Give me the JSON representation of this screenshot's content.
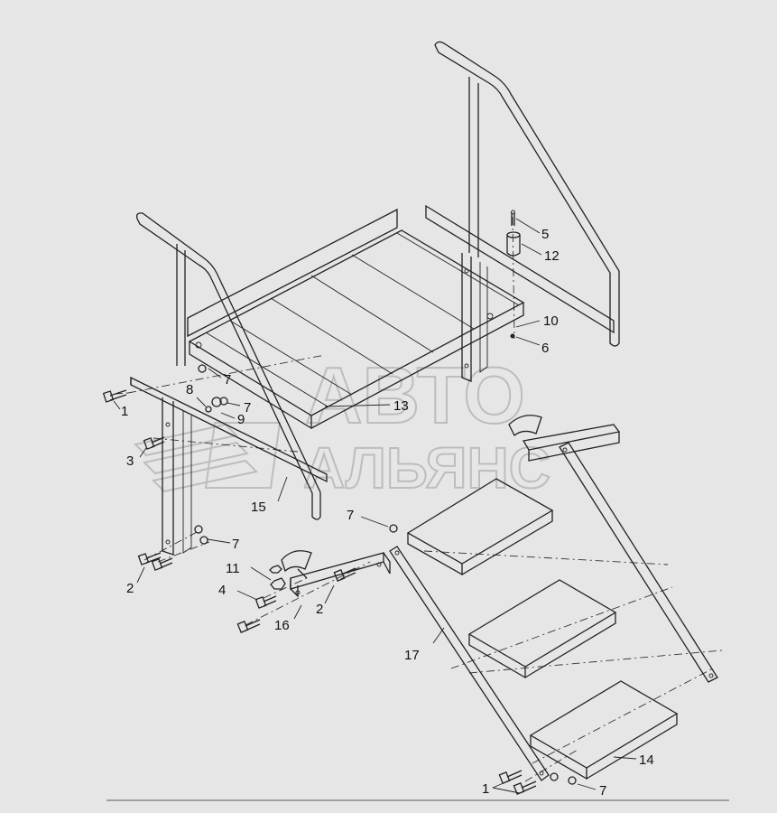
{
  "watermark": {
    "line1": "АВТО",
    "line2": "АЛЬЯНС"
  },
  "callouts": [
    {
      "id": "c1a",
      "text": "1"
    },
    {
      "id": "c1b",
      "text": "1"
    },
    {
      "id": "c2a",
      "text": "2"
    },
    {
      "id": "c2b",
      "text": "2"
    },
    {
      "id": "c3",
      "text": "3"
    },
    {
      "id": "c4",
      "text": "4"
    },
    {
      "id": "c5",
      "text": "5"
    },
    {
      "id": "c6",
      "text": "6"
    },
    {
      "id": "c7a",
      "text": "7"
    },
    {
      "id": "c7b",
      "text": "7"
    },
    {
      "id": "c7c",
      "text": "7"
    },
    {
      "id": "c7d",
      "text": "7"
    },
    {
      "id": "c7e",
      "text": "7"
    },
    {
      "id": "c8",
      "text": "8"
    },
    {
      "id": "c9",
      "text": "9"
    },
    {
      "id": "c10",
      "text": "10"
    },
    {
      "id": "c11",
      "text": "11"
    },
    {
      "id": "c12",
      "text": "12"
    },
    {
      "id": "c13",
      "text": "13"
    },
    {
      "id": "c14",
      "text": "14"
    },
    {
      "id": "c15",
      "text": "15"
    },
    {
      "id": "c16",
      "text": "16"
    },
    {
      "id": "c17",
      "text": "17"
    }
  ],
  "colors": {
    "background": "#e6e6e6",
    "line": "#222222",
    "watermark": "#bdbdbd"
  }
}
